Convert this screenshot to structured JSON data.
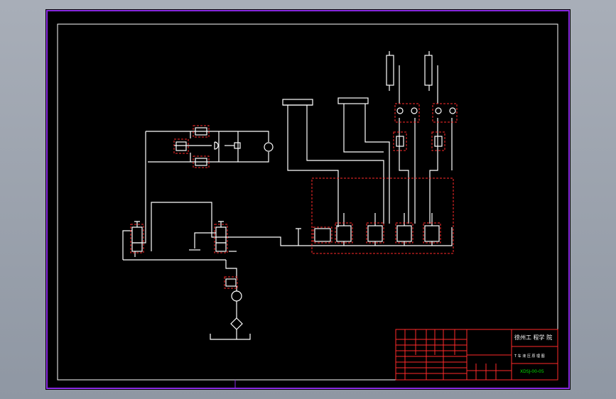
{
  "drawing": {
    "colors": {
      "paper": "#000000",
      "outer_border": "#8a2be2",
      "line": "#ffffff",
      "highlight": "#ff2a2a",
      "title_text": "#00e000"
    }
  },
  "title_block": {
    "school": "徐州工 程学 院",
    "drawing_title": "T 车 液 压 原 理 图",
    "drawing_number": "XDSJ-00-05"
  }
}
